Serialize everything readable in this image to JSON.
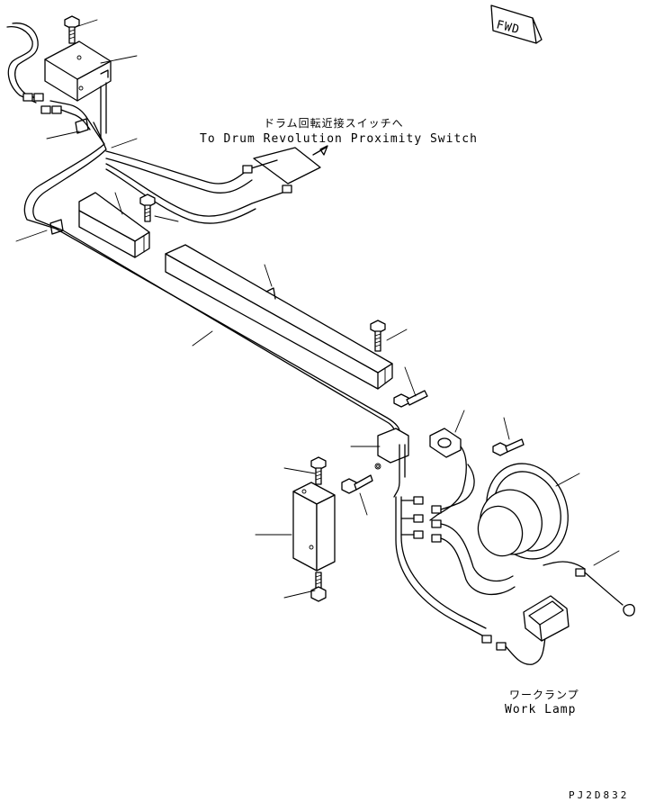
{
  "labels": {
    "drum_switch_jp": "ドラム回転近接スイッチへ",
    "drum_switch_en": "To Drum Revolution Proximity Switch",
    "work_lamp_jp": "ワークランプ",
    "work_lamp_en": "Work Lamp",
    "fwd": "FWD",
    "drawing_id": "PJ2D832"
  }
}
